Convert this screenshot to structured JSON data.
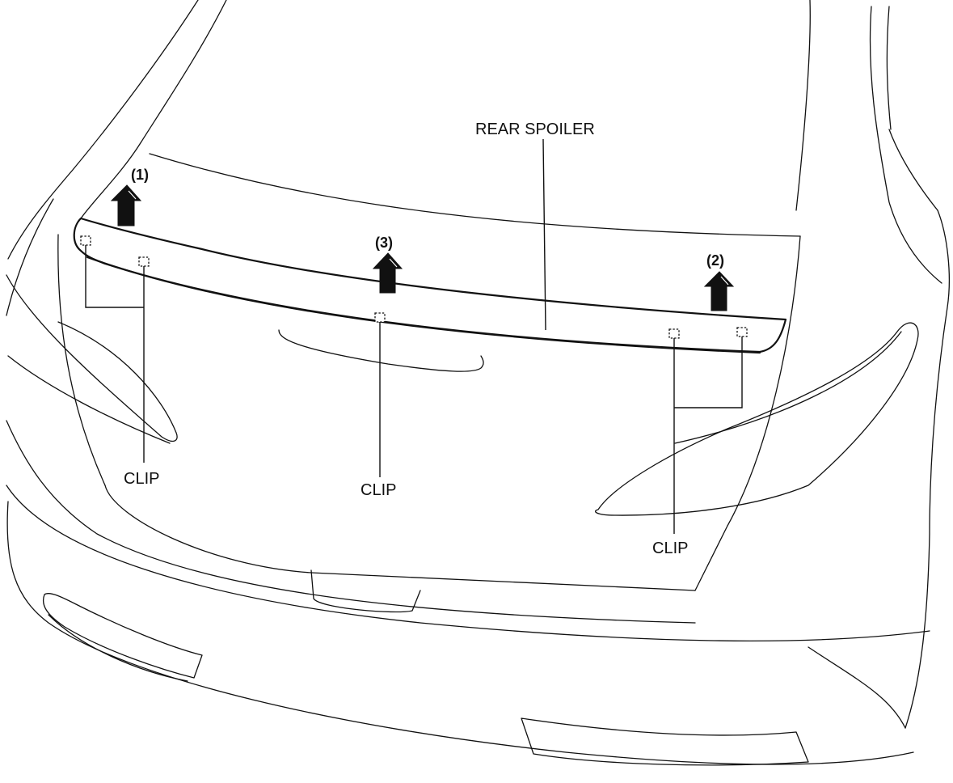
{
  "labels": {
    "rear_spoiler": "REAR SPOILER",
    "clip_left": "CLIP",
    "clip_center": "CLIP",
    "clip_right": "CLIP"
  },
  "steps": {
    "step1": "(1)",
    "step2": "(2)",
    "step3": "(3)"
  },
  "colors": {
    "line": "#111111",
    "background": "#ffffff"
  }
}
